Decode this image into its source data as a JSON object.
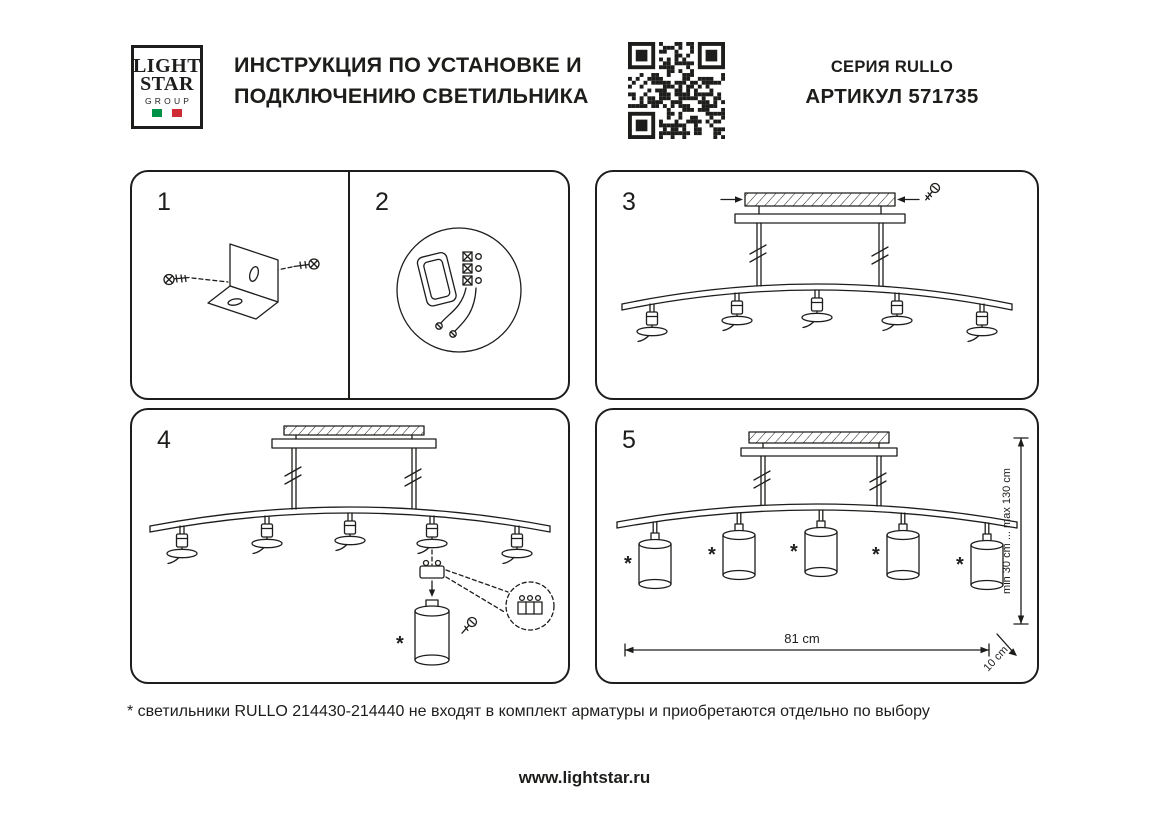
{
  "header": {
    "logo": {
      "line1": "LIGHT",
      "line2": "STAR",
      "line3": "GROUP"
    },
    "title_line1": "ИНСТРУКЦИЯ ПО УСТАНОВКЕ И",
    "title_line2": "ПОДКЛЮЧЕНИЮ СВЕТИЛЬНИКА",
    "series": "СЕРИЯ RULLO",
    "article": "АРТИКУЛ 571735"
  },
  "steps": {
    "s1": "1",
    "s2": "2",
    "s3": "3",
    "s4": "4",
    "s5": "5"
  },
  "marks": {
    "asterisk": "*"
  },
  "dimensions": {
    "width": "81 cm",
    "height_range": "min 30 cm ... max 130 cm",
    "offset": "10 cm"
  },
  "footnote": "* светильники RULLO 214430-214440 не входят в комплект арматуры и приобретаются отдельно по выбору",
  "website": "www.lightstar.ru",
  "colors": {
    "ink": "#1d1d1b",
    "flag_green": "#009246",
    "flag_red": "#ce2b37"
  }
}
